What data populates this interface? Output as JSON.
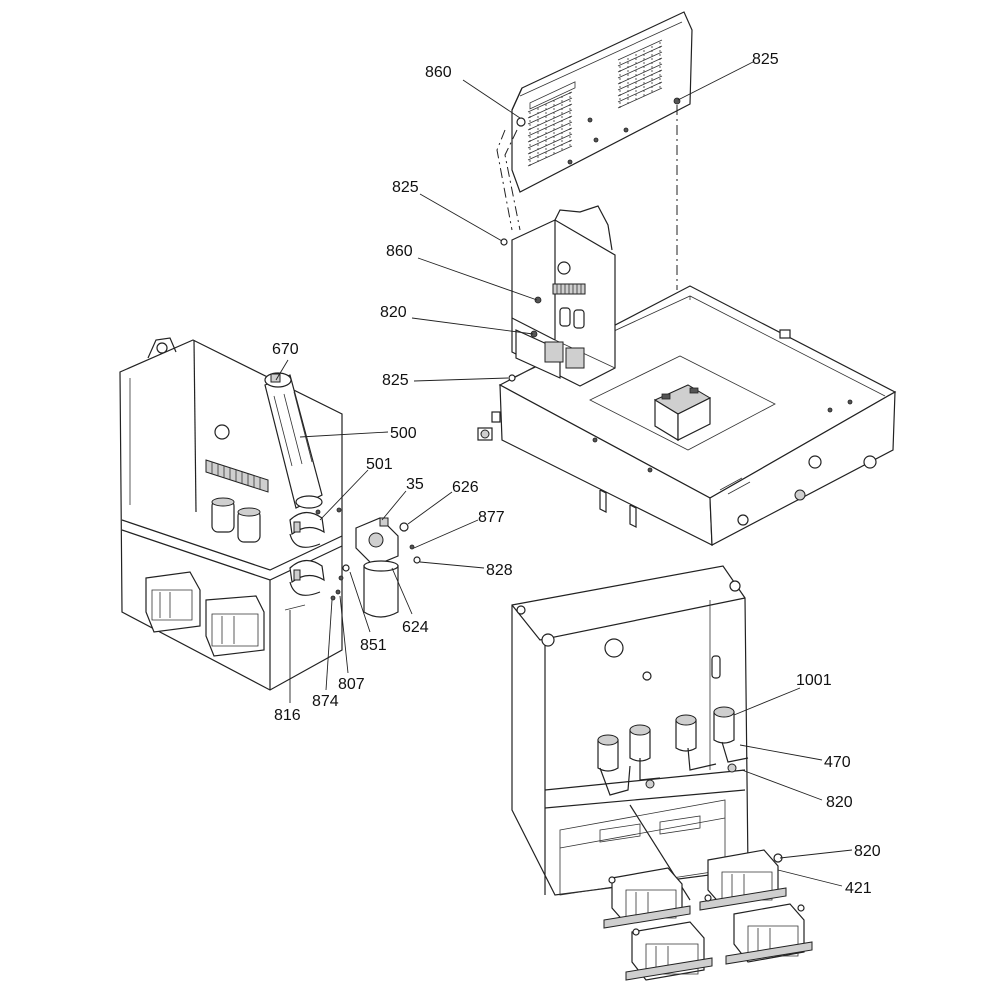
{
  "labels": {
    "l860a": "860",
    "l825a": "825",
    "l825b": "825",
    "l860b": "860",
    "l820a": "820",
    "l825c": "825",
    "l670": "670",
    "l500": "500",
    "l501": "501",
    "l35": "35",
    "l626": "626",
    "l877": "877",
    "l828": "828",
    "l624": "624",
    "l851": "851",
    "l807": "807",
    "l874": "874",
    "l816": "816",
    "l1001": "1001",
    "l470": "470",
    "l820b": "820",
    "l820c": "820",
    "l421": "421"
  },
  "colors": {
    "line": "#222222",
    "shade": "#cfcfcf",
    "dark": "#555555",
    "background": "#ffffff"
  }
}
